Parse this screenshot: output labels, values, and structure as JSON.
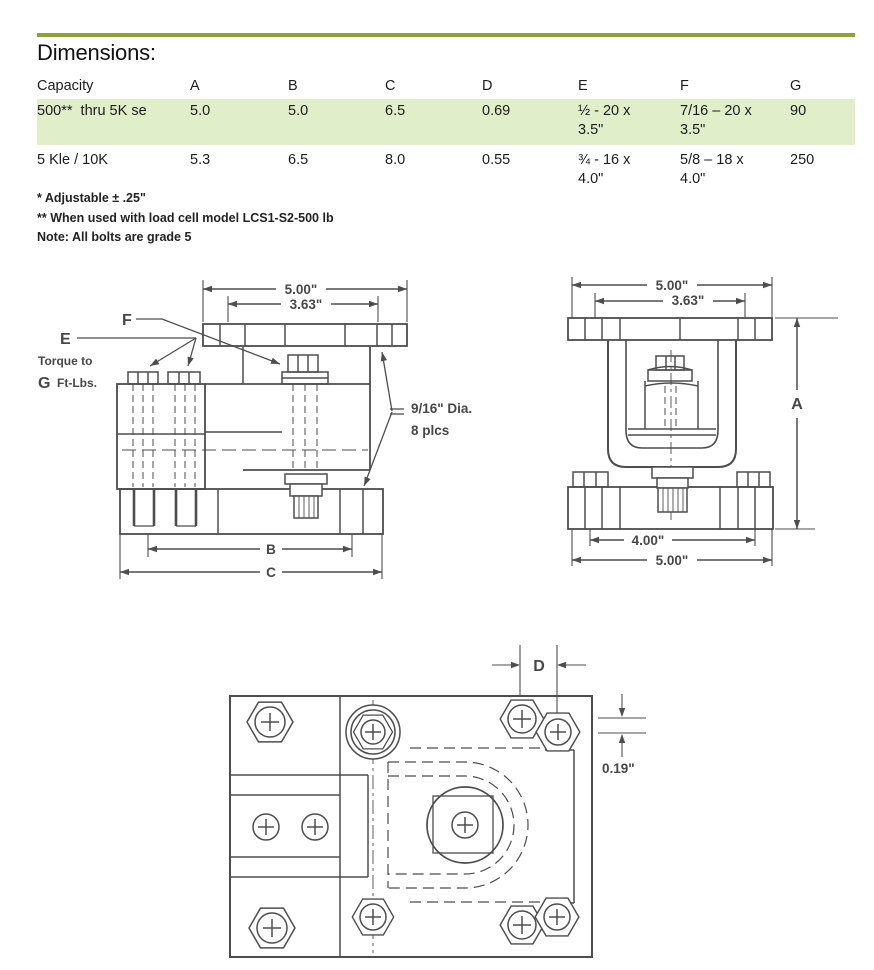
{
  "colors": {
    "accent_green": "#8ba23d",
    "row_highlight": "#e1eeca",
    "ink": "#1c1c1c",
    "drawing_ink": "#474747"
  },
  "header": {
    "title": "Dimensions:"
  },
  "table": {
    "columns": [
      "Capacity",
      "A",
      "B",
      "C",
      "D",
      "E",
      "F",
      "G"
    ],
    "rows": [
      {
        "cells": [
          "500**  thru 5K se",
          "5.0",
          "5.0",
          "6.5",
          "0.69",
          "½ - 20 x\n3.5\"",
          "7/16 – 20 x\n3.5\"",
          "90"
        ]
      },
      {
        "cells": [
          "5 Kle / 10K",
          "5.3",
          "6.5",
          "8.0",
          "0.55",
          "¾ - 16 x\n4.0\"",
          "5/8 – 18 x\n4.0\"",
          "250"
        ]
      }
    ]
  },
  "footnotes": {
    "line1": "* Adjustable ±  .25\"",
    "line2": "** When used with load cell model LCS1-S2-500 lb",
    "line3": "Note: All bolts are grade 5"
  },
  "drawings": {
    "side_view": {
      "dim_width_outer": "5.00\"",
      "dim_width_inner": "3.63\"",
      "label_f": "F",
      "label_e": "E",
      "torque_line": "Torque to",
      "torque_g": "G",
      "torque_units": "Ft-Lbs.",
      "hole_note_line1": "9/16\" Dia.",
      "hole_note_line2": "8 plcs",
      "dim_b": "B",
      "dim_c": "C"
    },
    "front_view": {
      "dim_width_outer": "5.00\"",
      "dim_width_inner": "3.63\"",
      "dim_a": "A",
      "dim_base_inner": "4.00\"",
      "dim_base_outer": "5.00\""
    },
    "top_view": {
      "dim_d": "D",
      "dim_offset": "0.19\""
    }
  }
}
